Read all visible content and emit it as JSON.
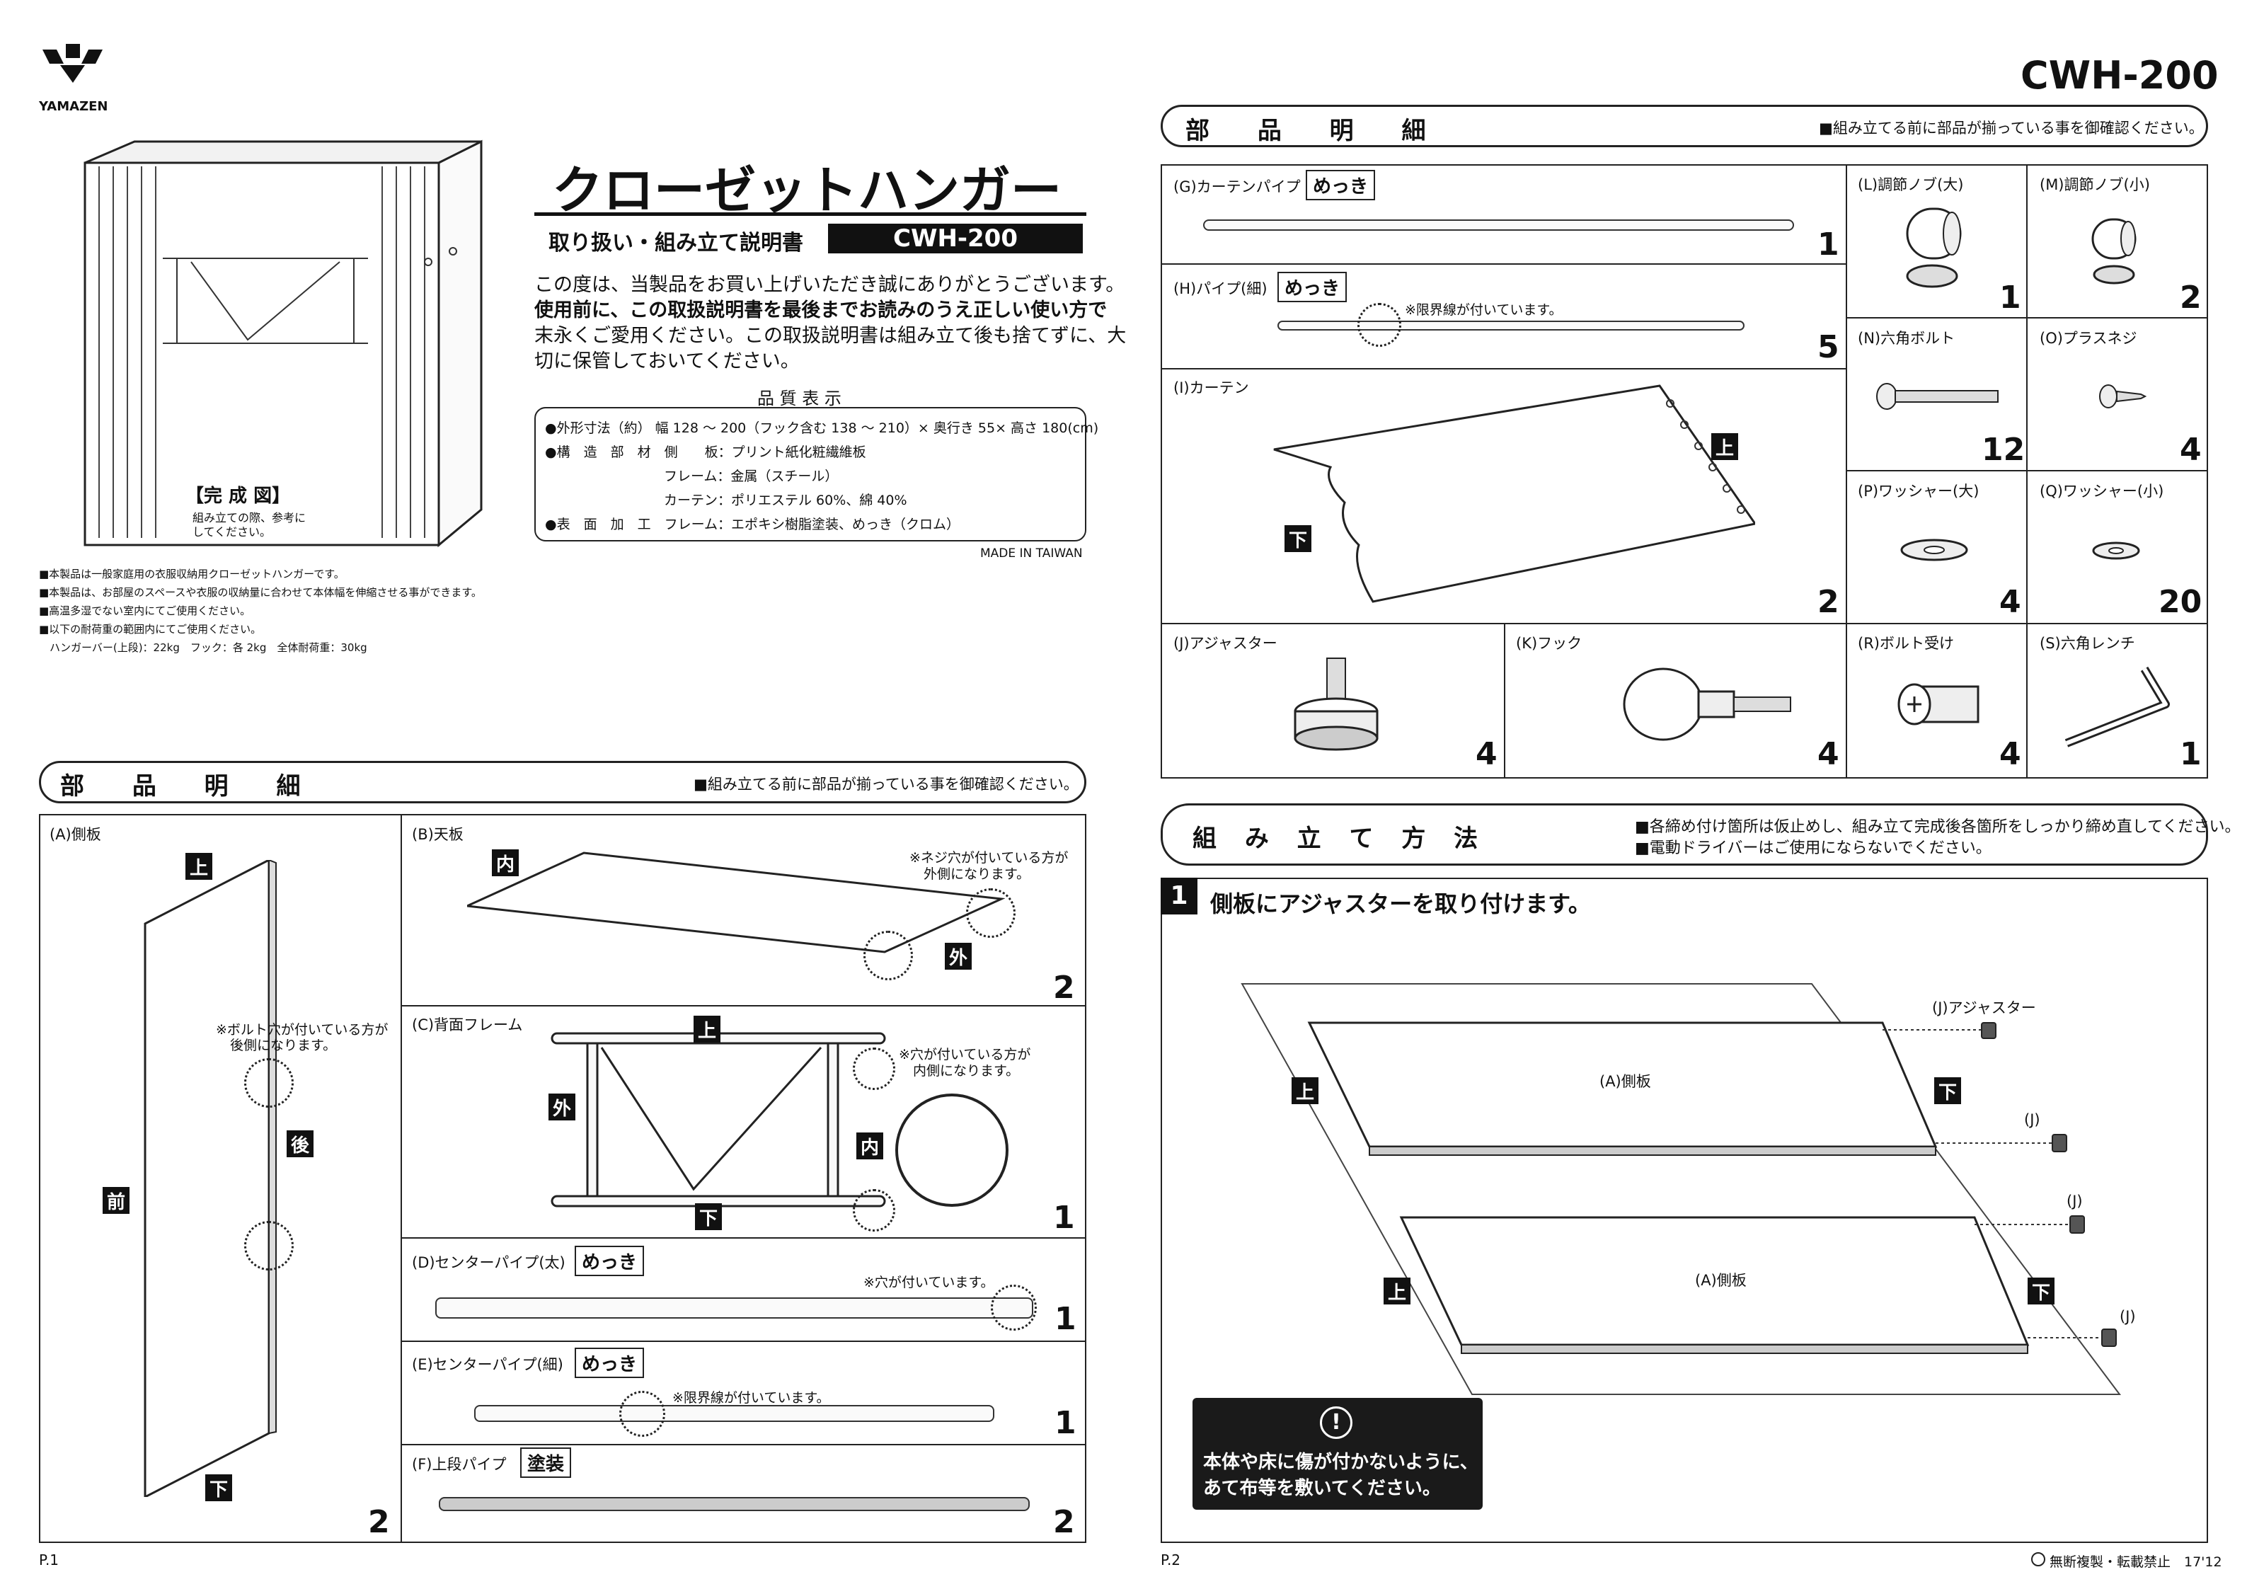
{
  "brand": "YAMAZEN",
  "model_top": "CWH-200",
  "product_title": "クローゼットハンガー",
  "manual_subtitle": "取り扱い・組み立て説明書",
  "model_badge": "CWH-200",
  "intro": [
    "この度は、当製品をお買い上げいただき誠にありがとうございます。",
    "使用前に、この取扱説明書を最後までお読みのうえ正しい使い方で",
    "末永くご愛用ください。この取扱説明書は組み立て後も捨てずに、大",
    "切に保管しておいてください。"
  ],
  "quality": {
    "heading": "品 質 表 示",
    "lines": [
      "●外形寸法（約） 幅 128 ～ 200（フック含む 138 ～ 210）× 奥行き 55× 高さ 180(cm)",
      "●構　造　部　材　側　　板：プリント紙化粧繊維板",
      "フレーム：金属（スチール）",
      "カーテン：ポリエステル 60%、綿 40%",
      "●表　面　加　工　フレーム：エポキシ樹脂塗装、めっき（クロム）"
    ],
    "origin": "MADE IN TAIWAN"
  },
  "completed": {
    "label": "【完 成 図】",
    "note_1": "組み立ての際、参考に",
    "note_2": "してください。"
  },
  "notices": [
    "■本製品は一般家庭用の衣服収納用クローゼットハンガーです。",
    "■本製品は、お部屋のスペースや衣服の収納量に合わせて本体幅を伸縮させる事ができます。",
    "■高温多湿でない室内にてご使用ください。",
    "■以下の耐荷重の範囲内にてご使用ください。",
    "ハンガーバー(上段)：22kg　フック：各 2kg　全体耐荷重：30kg"
  ],
  "parts_left": {
    "title": "部 品 明 細",
    "note": "■組み立てる前に部品が揃っている事を御確認ください。",
    "A": {
      "name": "(A)側板",
      "qty": "2",
      "top": "上",
      "bottom": "下",
      "front": "前",
      "back": "後",
      "note_1": "※ボルト穴が付いている方が",
      "note_2": "後側になります。"
    },
    "B": {
      "name": "(B)天板",
      "qty": "2",
      "inner": "内",
      "outer": "外",
      "note_1": "※ネジ穴が付いている方が",
      "note_2": "外側になります。"
    },
    "C": {
      "name": "(C)背面フレーム",
      "qty": "1",
      "top": "上",
      "bottom": "下",
      "outer": "外",
      "inner": "内",
      "note_1": "※穴が付いている方が",
      "note_2": "内側になります。"
    },
    "D": {
      "name": "(D)センターパイプ(太)",
      "tag": "めっき",
      "qty": "1",
      "note": "※穴が付いています。"
    },
    "E": {
      "name": "(E)センターパイプ(細)",
      "tag": "めっき",
      "qty": "1",
      "note": "※限界線が付いています。"
    },
    "F": {
      "name": "(F)上段パイプ",
      "tag": "塗装",
      "qty": "2"
    }
  },
  "parts_right": {
    "title": "部 品 明 細",
    "note": "■組み立てる前に部品が揃っている事を御確認ください。",
    "G": {
      "name": "(G)カーテンパイプ",
      "tag": "めっき",
      "qty": "1"
    },
    "H": {
      "name": "(H)パイプ(細)",
      "tag": "めっき",
      "qty": "5",
      "note": "※限界線が付いています。"
    },
    "I": {
      "name": "(I)カーテン",
      "qty": "2",
      "top": "上",
      "bottom": "下"
    },
    "J": {
      "name": "(J)アジャスター",
      "qty": "4"
    },
    "K": {
      "name": "(K)フック",
      "qty": "4"
    },
    "L": {
      "name": "(L)調節ノブ(大)",
      "qty": "1"
    },
    "M": {
      "name": "(M)調節ノブ(小)",
      "qty": "2"
    },
    "N": {
      "name": "(N)六角ボルト",
      "qty": "12"
    },
    "O": {
      "name": "(O)プラスネジ",
      "qty": "4"
    },
    "P": {
      "name": "(P)ワッシャー(大)",
      "qty": "4"
    },
    "Q": {
      "name": "(Q)ワッシャー(小)",
      "qty": "20"
    },
    "R": {
      "name": "(R)ボルト受け",
      "qty": "4"
    },
    "S": {
      "name": "(S)六角レンチ",
      "qty": "1"
    }
  },
  "assembly": {
    "title": "組 み 立 て 方 法",
    "note_1": "■各締め付け箇所は仮止めし、組み立て完成後各箇所をしっかり締め直してください。",
    "note_2": "■電動ドライバーはご使用にならないでください。",
    "step_num": "1",
    "step_text": "側板にアジャスターを取り付けます。",
    "panel_label": "(A)側板",
    "adjuster_label": "(J)アジャスター",
    "adjuster_short": "(J)",
    "top": "上",
    "bottom": "下",
    "warning_1": "本体や床に傷が付かないように、",
    "warning_2": "あて布等を敷いてください。"
  },
  "footer": {
    "page_left": "P.1",
    "page_right": "P.2",
    "copyright": "無断複製・転載禁止　17'12"
  }
}
